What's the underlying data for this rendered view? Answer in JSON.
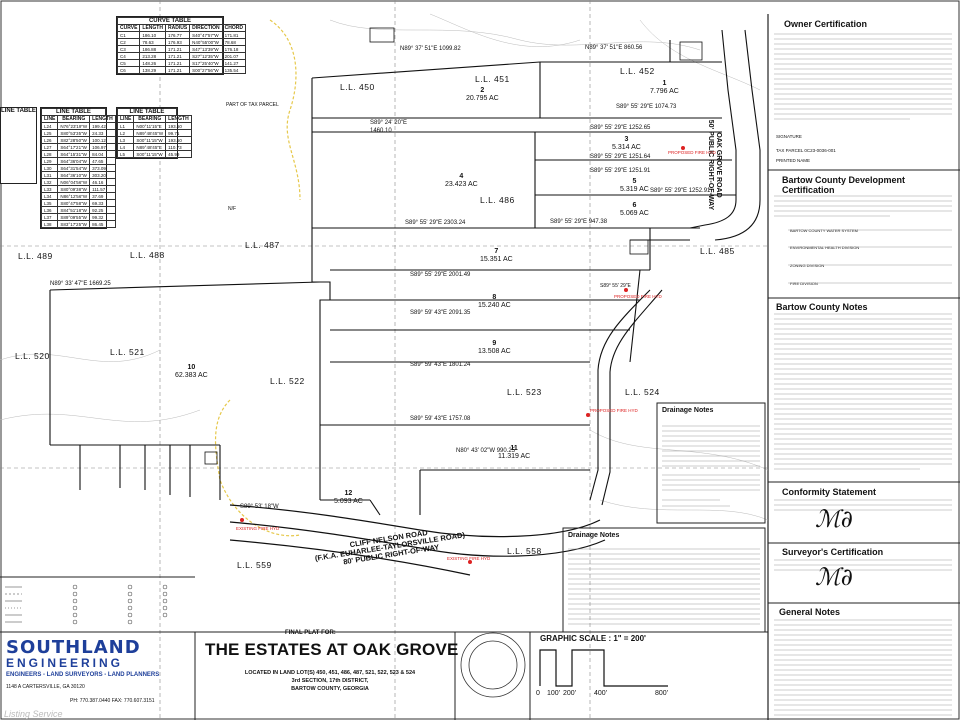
{
  "lots": [
    {
      "num": "1",
      "area": "7.796 AC"
    },
    {
      "num": "2",
      "area": "20.795 AC"
    },
    {
      "num": "3",
      "area": "5.314 AC"
    },
    {
      "num": "4",
      "area": "23.423 AC"
    },
    {
      "num": "5",
      "area": "5.319 AC"
    },
    {
      "num": "6",
      "area": "5.069 AC"
    },
    {
      "num": "7",
      "area": "15.351 AC"
    },
    {
      "num": "8",
      "area": "15.240 AC"
    },
    {
      "num": "9",
      "area": "13.508 AC"
    },
    {
      "num": "10",
      "area": "62.383 AC"
    },
    {
      "num": "11",
      "area": "11.319 AC"
    },
    {
      "num": "12",
      "area": "5.093 AC"
    }
  ],
  "land_lots": [
    "L.L. 452",
    "L.L. 451",
    "L.L. 450",
    "L.L. 486",
    "L.L. 487",
    "L.L. 488",
    "L.L. 489",
    "L.L. 485",
    "L.L. 520",
    "L.L. 521",
    "L.L. 522",
    "L.L. 523",
    "L.L. 524",
    "L.L. 558",
    "L.L. 559"
  ],
  "bearings": [
    "N89° 37' 51\"E 1099.82",
    "N89° 37' 51\"E 860.56",
    "S89° 55' 29\"E 1074.73",
    "S89° 24' 20\"E",
    "1460.10",
    "S89° 55' 29\"E 1252.65",
    "S89° 55' 29\"E 1251.64",
    "S89° 55' 29\"E 1251.91",
    "S89° 55' 29\"E 1252.91",
    "S89° 55' 29\"E 947.38",
    "S89° 55' 29\"E 2303.24",
    "S89° 55' 29\"E 2001.49",
    "S89° 59' 43\"E 2091.35",
    "S89° 59' 43\"E 1801.24",
    "S89° 59' 43\"E 1757.08",
    "N89° 33' 47\"E 1669.25",
    "N80° 43' 02\"W 990.25",
    "S89° 53' 18\"W",
    "S89° 55' 29\"E"
  ],
  "roads": {
    "oak_grove": "OAK GROVE ROAD\n50' PUBLIC RIGHT-OF-WAY",
    "cliff_nelson": "CLIFF NELSON ROAD\n(F.K.A. EUHARLEE-TAYLORSVILLE ROAD)\n80' PUBLIC RIGHT-OF-WAY"
  },
  "tables": {
    "curve_table": {
      "title": "CURVE TABLE",
      "headers": [
        "CURVE",
        "LENGTH",
        "RADIUS",
        "DIRECTION",
        "CHORD"
      ],
      "rows": [
        [
          "C1",
          "186.10",
          "176.77",
          "S40°47'57\"W",
          "171.81"
        ],
        [
          "C2",
          "78.63",
          "176.93",
          "N40°55'00\"W",
          "78.68"
        ],
        [
          "C3",
          "186.88",
          "171.21",
          "S47°13'39\"W",
          "176.18"
        ],
        [
          "C4",
          "213.28",
          "171.21",
          "S27°12'35\"W",
          "201.07"
        ],
        [
          "C5",
          "148.26",
          "171.21",
          "S17°25'40\"W",
          "141.27"
        ],
        [
          "C6",
          "138.29",
          "171.21",
          "S00°27'56\"W",
          "135.54"
        ]
      ]
    },
    "line_table_a": {
      "title": "LINE TABLE",
      "headers": [
        "LINE",
        "BEARING",
        "LENGTH"
      ],
      "rows": [
        [
          "L24",
          "N76°23'19\"W",
          "199.42"
        ],
        [
          "L25",
          "S80°53'35\"W",
          "24.33"
        ],
        [
          "L26",
          "S82°28'50\"W",
          "100.12"
        ],
        [
          "L27",
          "S64°17'21\"W",
          "106.97"
        ],
        [
          "L28",
          "S64°15'31\"W",
          "84.04"
        ],
        [
          "L29",
          "S64°36'04\"W",
          "47.65"
        ],
        [
          "L30",
          "S64°31'54\"W",
          "373.09"
        ],
        [
          "L31",
          "S64°36'10\"W",
          "303.20"
        ],
        [
          "L32",
          "N06°04'56\"W",
          "46.16"
        ],
        [
          "L33",
          "S80°09'38\"W",
          "111.57"
        ],
        [
          "L34",
          "N86°12'56\"W",
          "37.69"
        ],
        [
          "L35",
          "S80°47'58\"W",
          "69.33"
        ],
        [
          "L36",
          "S84°51'18\"W",
          "92.25"
        ],
        [
          "L37",
          "S89°09'55\"W",
          "99.32"
        ],
        [
          "L38",
          "S83°17'25\"W",
          "86.45"
        ]
      ]
    },
    "line_table_b": {
      "title": "LINE TABLE",
      "headers": [
        "LINE",
        "BEARING",
        "LENGTH"
      ],
      "rows": [
        [
          "L1",
          "N00°11'15\"E",
          "193.50"
        ],
        [
          "L2",
          "N89°48'45\"W",
          "99.71"
        ],
        [
          "L3",
          "S00°11'15\"W",
          "193.50"
        ],
        [
          "L4",
          "N89°48'45\"E",
          "110.73"
        ],
        [
          "L5",
          "S00°11'15\"W",
          "45.99"
        ]
      ]
    },
    "line_table_left_title": "LINE TABLE"
  },
  "notes_panel": {
    "owner_cert_title": "Owner Certification",
    "owner_cert_sub1": "SIGNATURE",
    "owner_cert_sub2": "PRINTED NAME",
    "owner_parcel": "TAX PARCEL 0C23-0036-001",
    "bartow_dev_title": "Bartow County Development Certification",
    "bartow_dev_lines": [
      "BARTOW COUNTY WATER SYSTEM",
      "ENVIRONMENTAL HEALTH DIVISION",
      "ZONING DIVISION",
      "FIRE DIVISION"
    ],
    "bartow_notes_title": "Bartow County Notes",
    "conformity_title": "Conformity Statement",
    "surveyor_title": "Surveyor's Certification",
    "general_title": "General Notes",
    "drainage_title": "Drainage Notes",
    "drainage2_title": "Drainage Notes"
  },
  "title_block": {
    "company": "SOUTHLAND",
    "company_sub": "ENGINEERING",
    "company_tag": "ENGINEERS - LAND SURVEYORS - LAND PLANNERS",
    "company_addr": "1148 A CARTERSVILLE, GA 30120",
    "company_phone": "PH: 770.387.0440  FAX: 770.607.3151",
    "final_plat_for": "FINAL PLAT FOR:",
    "project": "THE ESTATES AT OAK GROVE",
    "location1": "LOCATED IN LAND LOT(S) 450, 451, 486, 487, 521, 522, 523 & 524",
    "location2": "3rd SECTION, 17th DISTRICT,",
    "location3": "BARTOW COUNTY, GEORGIA",
    "scale_title": "GRAPHIC SCALE : 1\" = 200'",
    "scale_ticks": [
      "0",
      "100'",
      "200'",
      "400'",
      "800'"
    ]
  },
  "watermark": "Listing Service",
  "misc": {
    "proposed_fire_hyd": "PROPOSED FIRE HYD",
    "existing_fire_hyd": "EXISTING FIRE HYD",
    "part_of_tax_parcel": "PART OF TAX PARCEL",
    "nf": "N/F"
  }
}
